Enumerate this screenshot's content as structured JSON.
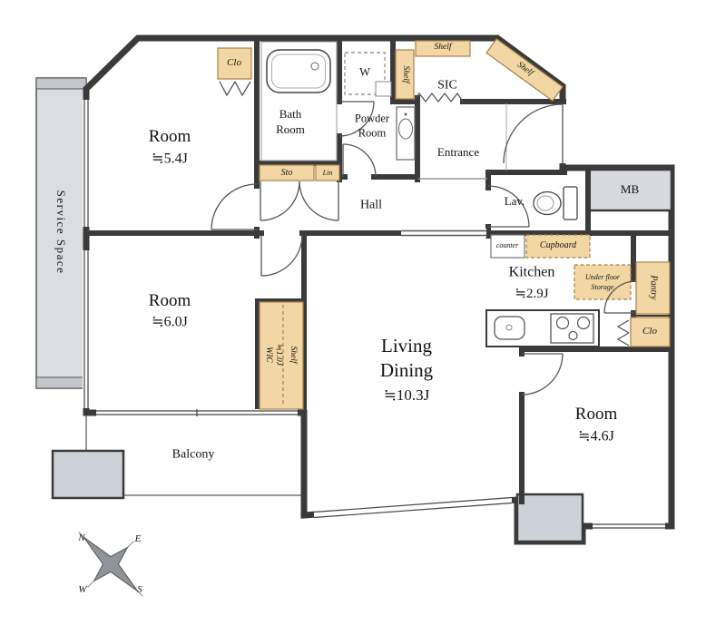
{
  "colors": {
    "wall": "#3a3a3a",
    "beige_fill": "#f2d7a4",
    "beige_border": "#a8824b",
    "gray_area": "#d9dce0",
    "column": "#cdd2d8"
  },
  "labels": {
    "room_5_4": {
      "name": "Room",
      "size": "≒5.4J"
    },
    "room_6_0": {
      "name": "Room",
      "size": "≒6.0J"
    },
    "room_4_6": {
      "name": "Room",
      "size": "≒4.6J"
    },
    "living_dining": {
      "line1": "Living",
      "line2": "Dining",
      "size": "≒10.3J"
    },
    "kitchen": {
      "name": "Kitchen",
      "size": "≒2.9J"
    },
    "bath": {
      "line1": "Bath",
      "line2": "Room"
    },
    "powder": {
      "line1": "Powder",
      "line2": "Room"
    },
    "entrance": "Entrance",
    "hall": "Hall",
    "lav": "Lav.",
    "mb": "MB",
    "sic": "SIC",
    "washer": "W",
    "shelf": "Shelf",
    "clo": "Clo",
    "sto": "Sto",
    "lin": "Lin",
    "wic": {
      "name": "WIC",
      "size": "≒1.0J"
    },
    "counter": "counter",
    "cupboard": "Cupboard",
    "under_floor_storage": {
      "line1": "Under floor",
      "line2": "Storage"
    },
    "pantry": "Pantry",
    "service_space": "Service Space",
    "balcony": "Balcony",
    "compass": {
      "n": "N",
      "e": "E",
      "s": "S",
      "w": "W"
    }
  }
}
